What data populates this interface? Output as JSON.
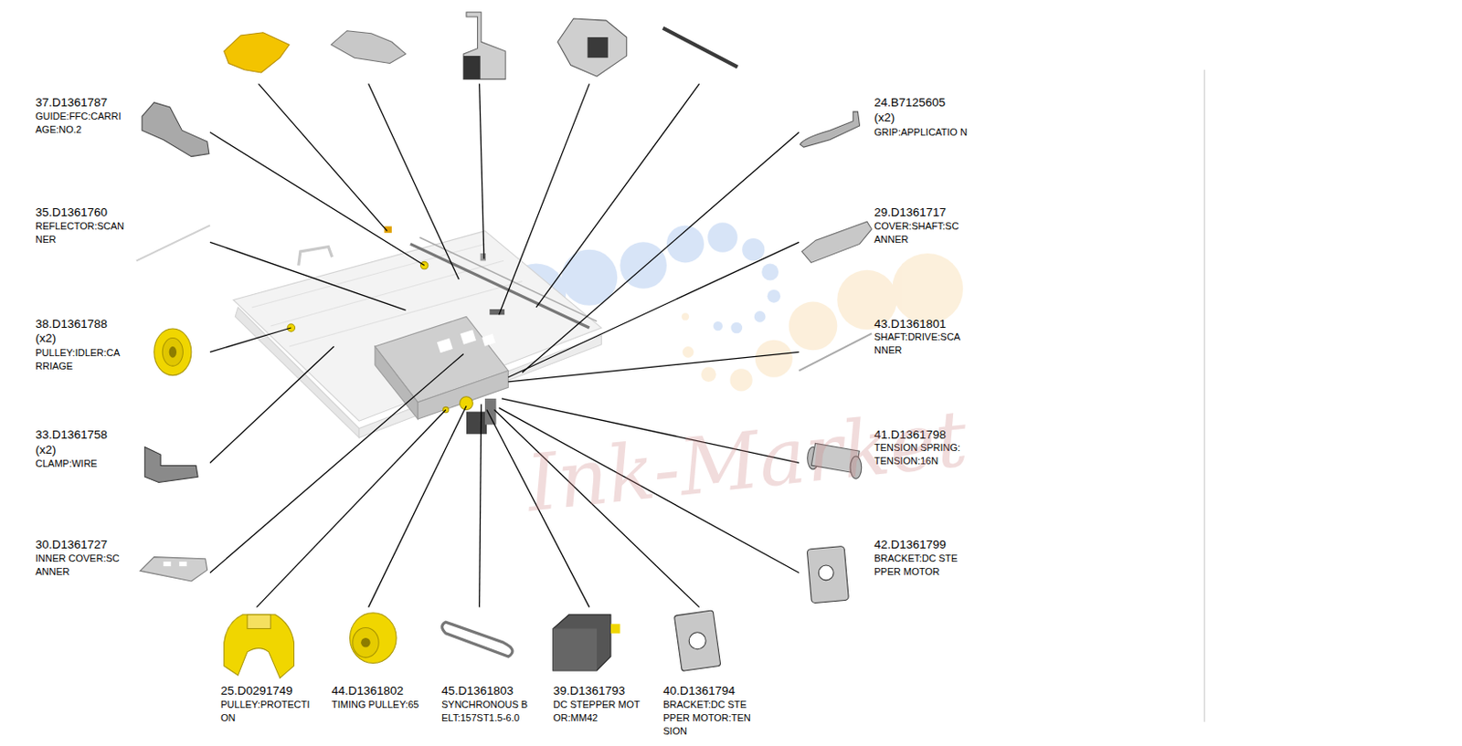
{
  "diagram": {
    "labels": [
      "37.D1361787",
      "GUIDE:FFC:CARRI AGE:NO.2",
      "24.B7125605",
      "(x2)",
      "GRIP:APPLICATIO N",
      "35.D1361760",
      "REFLECTOR:SCAN NER",
      "29.D1361717",
      "COVER:SHAFT:SC ANNER",
      "38.D1361788",
      "(x2)",
      "PULLEY:IDLER:CA RRIAGE",
      "43.D1361801",
      "SHAFT:DRIVE:SCA NNER",
      "33.D1361758",
      "(x2)",
      "CLAMP:WIRE",
      "41.D1361798",
      "TENSION SPRING: TENSION:16N",
      "30.D1361727",
      "INNER COVER:SC ANNER",
      "42.D1361799",
      "BRACKET:DC STE PPER MOTOR",
      "25.D0291749",
      "PULLEY:PROTECTI ON",
      "44.D1361802",
      "TIMING PULLEY:65",
      "45.D1361803",
      "SYNCHRONOUS B ELT:157ST1.5-6.0",
      "39.D1361793",
      "DC STEPPER MOT OR:MM42",
      "40.D1361794",
      "BRACKET:DC STE PPER MOTOR:TEN SION",
      "Ink-Market"
    ]
  }
}
